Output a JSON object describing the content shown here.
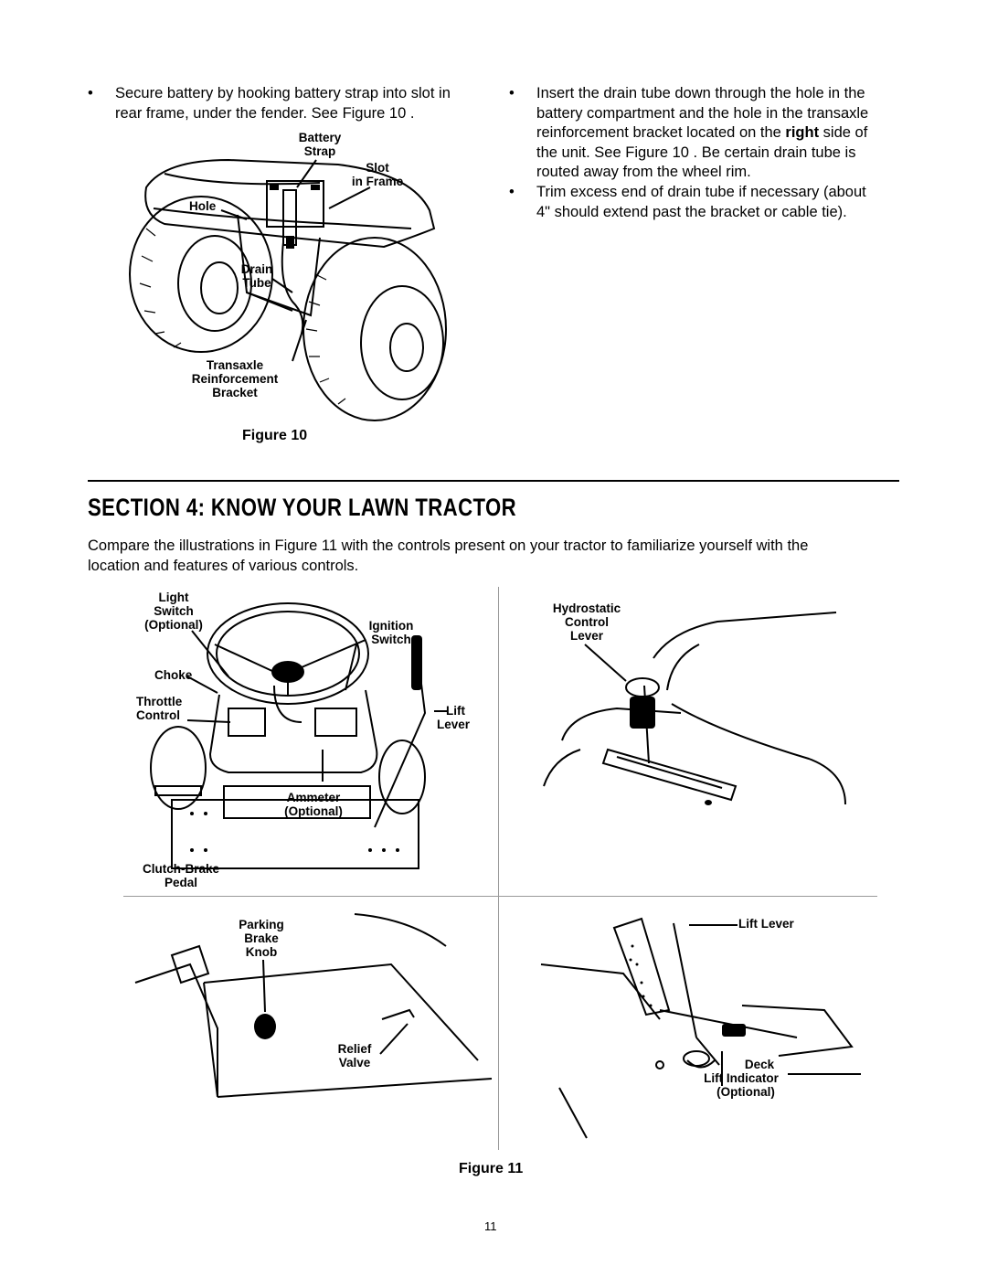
{
  "bullets_left": [
    {
      "text_1": "Secure battery by hooking battery strap into slot in",
      "text_2": "rear frame, under the fender. See Figure 10 ."
    }
  ],
  "bullets_right": [
    {
      "lines": [
        "Insert the drain tube down through the hole in the",
        "battery compartment and the hole in the transaxle",
        "reinforcement bracket located on the ",
        "the unit. See Figure 10 . Be certain drain tube is",
        "routed away from the wheel rim."
      ],
      "bold_word": "right",
      "after_bold": " side of"
    },
    {
      "lines": [
        "Trim excess end of drain tube if necessary (about",
        "4\" should extend past the bracket or cable tie)."
      ]
    }
  ],
  "bullet_glyph": "•",
  "figure10": {
    "labels": {
      "battery_strap_1": "Battery",
      "battery_strap_2": "Strap",
      "slot_1": "Slot",
      "slot_2": "in Frame",
      "hole": "Hole",
      "drain_1": "Drain",
      "drain_2": "Tube",
      "transaxle_1": "Transaxle",
      "transaxle_2": "Reinforcement",
      "transaxle_3": "Bracket"
    },
    "caption": "Figure 10"
  },
  "section": {
    "title": "SECTION 4:  KNOW YOUR LAWN TRACTOR",
    "intro_1": "Compare the illustrations in  Figure 11 with the controls present on your tractor to familiarize yourself with the",
    "intro_2": "location and features of various controls."
  },
  "figure11": {
    "panel_a": {
      "light_1": "Light",
      "light_2": "Switch",
      "light_3": "(Optional)",
      "ignition_1": "Ignition",
      "ignition_2": "Switch",
      "choke": "Choke",
      "throttle_1": "Throttle",
      "throttle_2": "Control",
      "lift_1": "Lift",
      "lift_2": "Lever",
      "ammeter_1": "Ammeter",
      "ammeter_2": "(Optional)",
      "clutch_1": "Clutch-Brake",
      "clutch_2": "Pedal"
    },
    "panel_b": {
      "hydro_1": "Hydrostatic",
      "hydro_2": "Control",
      "hydro_3": "Lever"
    },
    "panel_c": {
      "parking_1": "Parking",
      "parking_2": "Brake",
      "parking_3": "Knob",
      "relief_1": "Relief",
      "relief_2": "Valve"
    },
    "panel_d": {
      "lift_lever": "Lift Lever",
      "deck_1": "Deck",
      "deck_2": "Lift Indicator",
      "deck_3": "(Optional)"
    },
    "caption": "Figure 11"
  },
  "page_number": "11"
}
